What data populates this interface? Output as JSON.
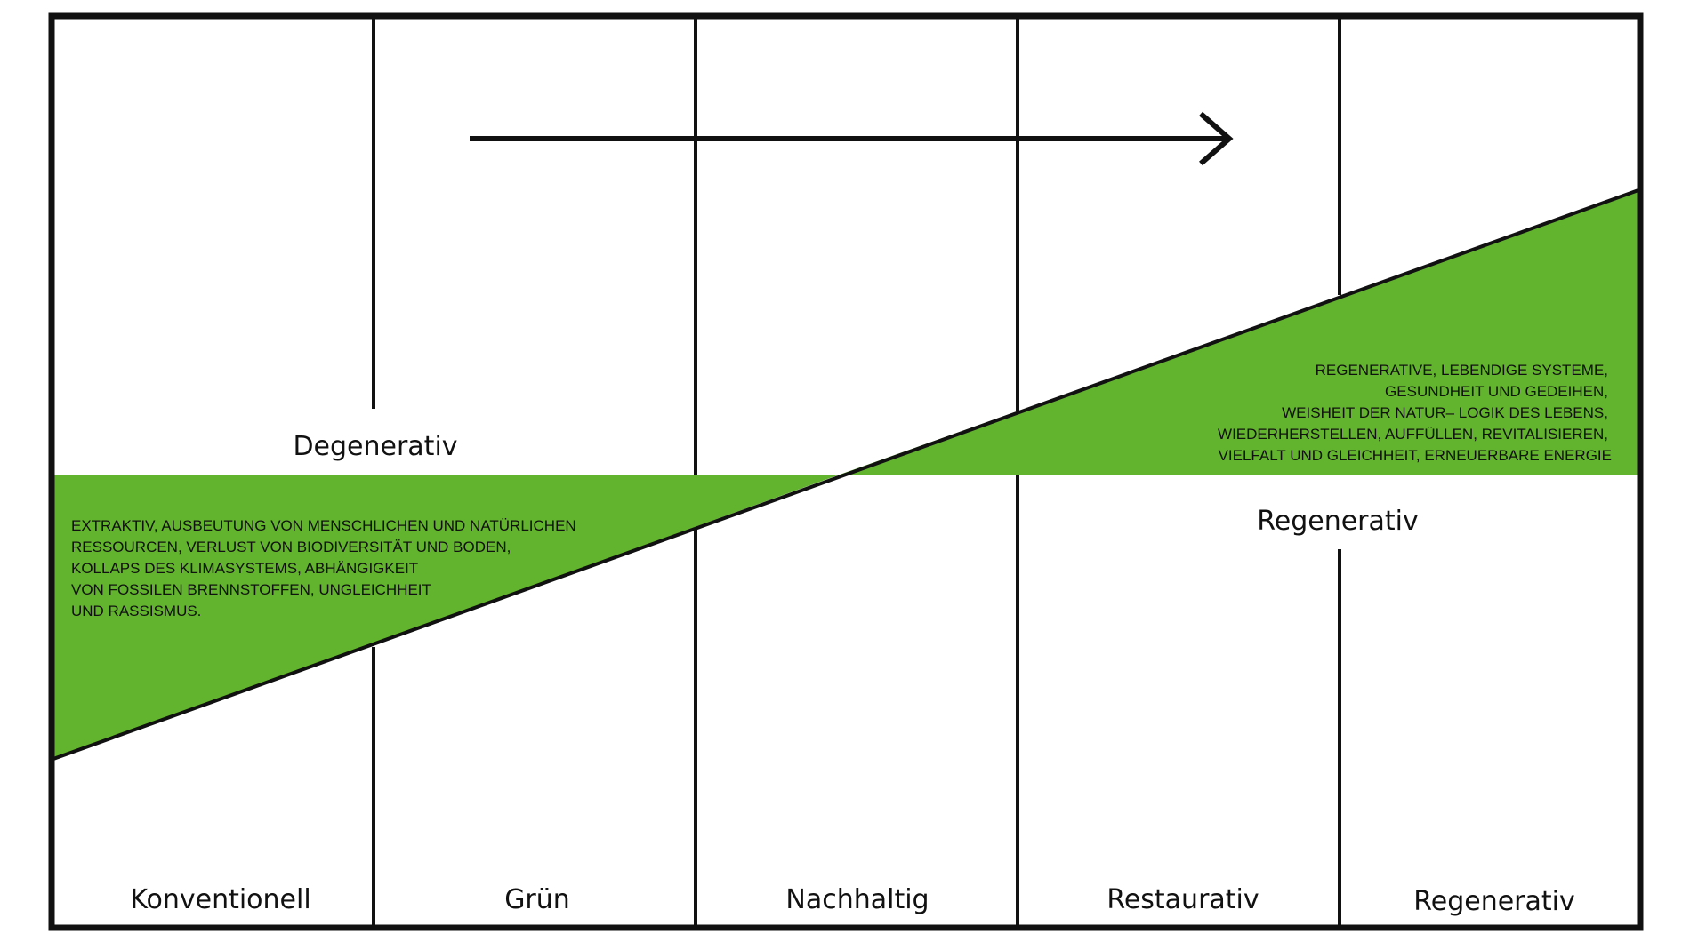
{
  "colors": {
    "green": "#62b32d",
    "line": "#111111",
    "background": "#ffffff"
  },
  "stages": [
    "Konventionell",
    "Grün",
    "Nachhaltig",
    "Restaurativ",
    "Regenerativ"
  ],
  "zones": {
    "degenerative": "Degenerativ",
    "regenerative": "Regenerativ"
  },
  "descriptions": {
    "degenerative": [
      "EXTRAKTIV, AUSBEUTUNG VON MENSCHLICHEN UND NATÜRLICHEN",
      "RESSOURCEN, VERLUST VON BIODIVERSITÄT UND BODEN,",
      "KOLLAPS DES KLIMASYSTEMS, ABHÄNGIGKEIT",
      "VON FOSSILEN BRENNSTOFFEN, UNGLEICHHEIT",
      "UND RASSISMUS."
    ],
    "regenerative": [
      "REGENERATIVE, LEBENDIGE SYSTEME,",
      "GESUNDHEIT UND GEDEIHEN,",
      "WEISHEIT DER NATUR– LOGIK DES LEBENS,",
      "WIEDERHERSTELLEN, AUFFÜLLEN, REVITALISIEREN,",
      "VIELFALT UND GLEICHHEIT, ERNEUERBARE ENERGIE"
    ]
  },
  "icons": {
    "progress_arrow": "arrow-right-icon"
  }
}
